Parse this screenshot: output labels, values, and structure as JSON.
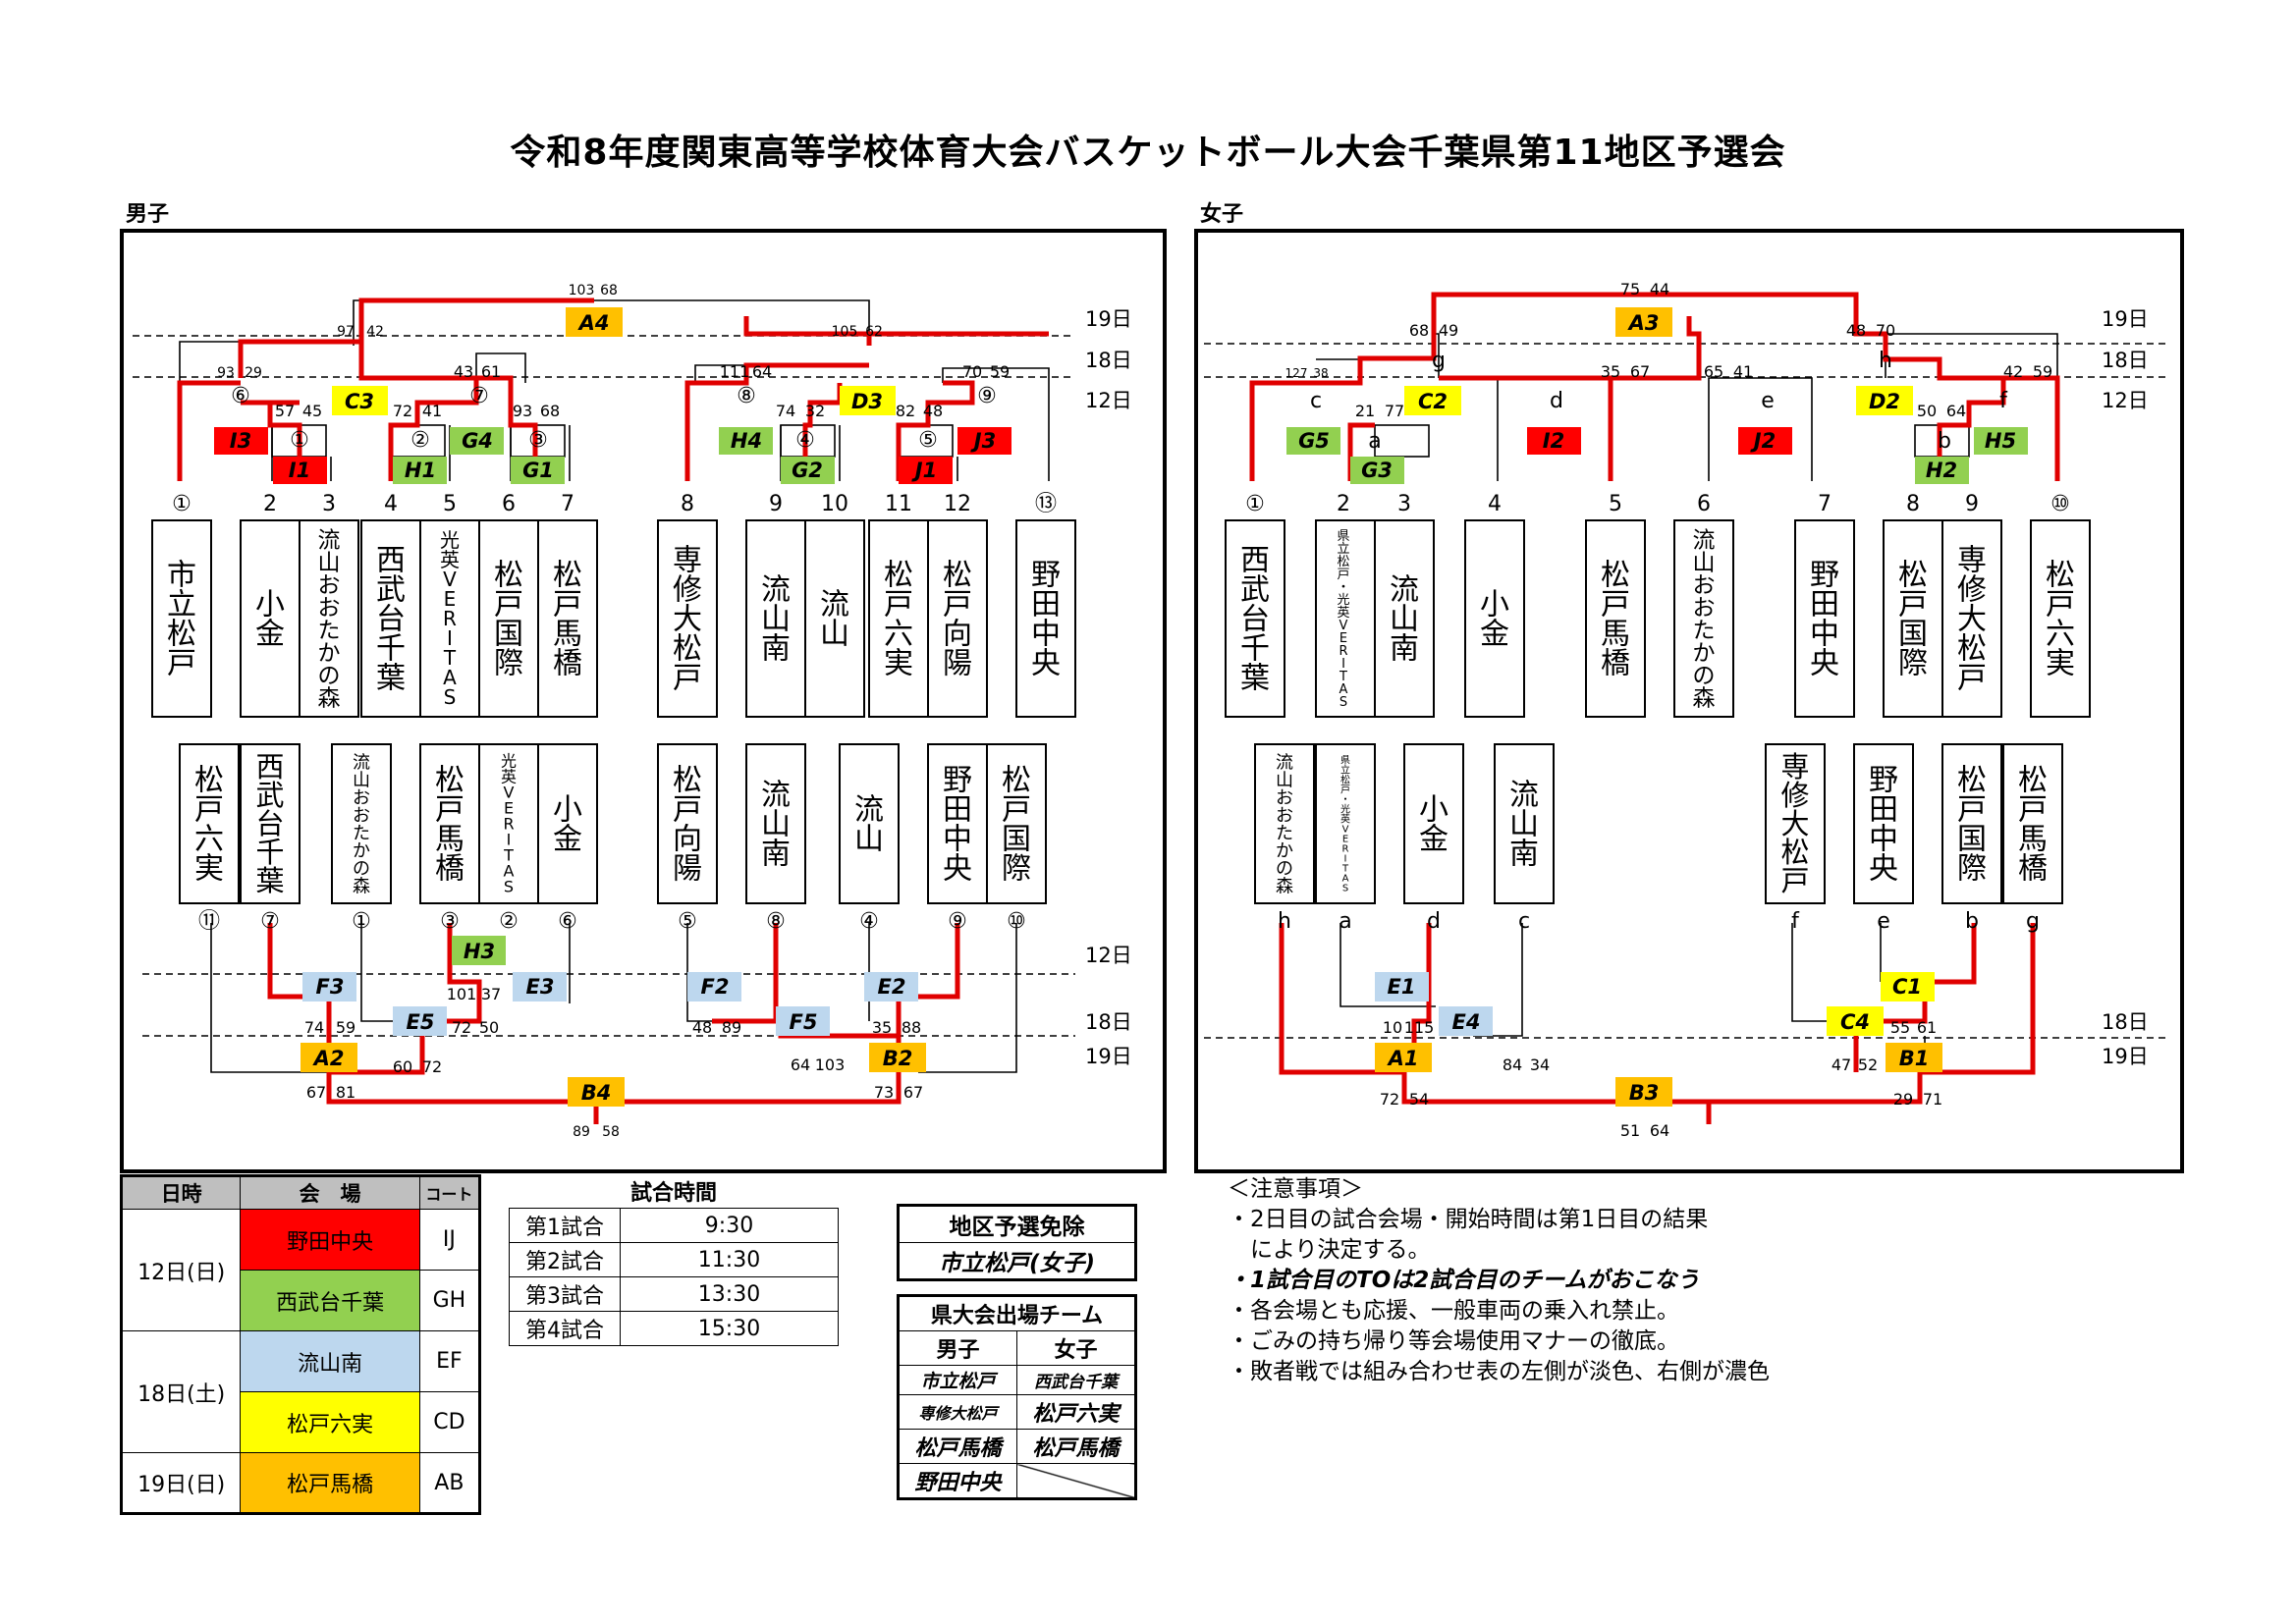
{
  "title": "令和8年度関東高等学校体育大会バスケットボール大会千葉県第11地区予選会",
  "labels": {
    "boys": "男子",
    "girls": "女子"
  },
  "day_labels": [
    "19日",
    "18日",
    "12日",
    "12日",
    "18日",
    "19日"
  ],
  "boys": {
    "slot_numbers": [
      "①",
      "2",
      "3",
      "4",
      "5",
      "6",
      "7",
      "8",
      "9",
      "10",
      "11",
      "12",
      "⑬"
    ],
    "teams_top": [
      "市立松戸",
      "小金",
      "流山おおたかの森",
      "西武台千葉",
      "光英VERITAS",
      "松戸国際",
      "松戸馬橋",
      "専修大松戸",
      "流山南",
      "流山",
      "松戸六実",
      "松戸向陽",
      "野田中央"
    ],
    "teams_bottom": [
      "松戸六実",
      "西武台千葉",
      "流山おおたかの森",
      "松戸馬橋",
      "光英VERITAS",
      "小金",
      "松戸向陽",
      "流山南",
      "流山",
      "野田中央",
      "松戸国際"
    ],
    "bottom_numbers": [
      "⑪",
      "⑦",
      "①",
      "③",
      "②",
      "⑥",
      "⑤",
      "⑧",
      "④",
      "⑨",
      "⑩"
    ],
    "round_labels": [
      "⑥",
      "①",
      "⑦",
      "②",
      "③",
      "⑧",
      "④",
      "⑤",
      "⑨",
      "⑩",
      "⑪"
    ],
    "games": [
      "A4",
      "C3",
      "I3",
      "I1",
      "H1",
      "G4",
      "G1",
      "H4",
      "G2",
      "D3",
      "J1",
      "J3",
      "H3",
      "F3",
      "E3",
      "E5",
      "A2",
      "F2",
      "F5",
      "E2",
      "B2",
      "B4"
    ],
    "scores": [
      "103",
      "68",
      "97",
      "42",
      "105",
      "62",
      "93",
      "29",
      "43",
      "61",
      "57",
      "45",
      "72",
      "41",
      "93",
      "68",
      "111",
      "64",
      "74",
      "32",
      "82",
      "48",
      "70",
      "59",
      "101",
      "37",
      "74",
      "59",
      "72",
      "50",
      "60",
      "72",
      "67",
      "81",
      "48",
      "89",
      "35",
      "88",
      "64",
      "103",
      "73",
      "67",
      "89",
      "58"
    ]
  },
  "girls": {
    "slot_numbers": [
      "①",
      "2",
      "3",
      "4",
      "5",
      "6",
      "7",
      "8",
      "9",
      "⑩"
    ],
    "teams_top": [
      "西武台千葉",
      "県立松戸・光英VERITAS",
      "流山南",
      "小金",
      "松戸馬橋",
      "流山おおたかの森",
      "野田中央",
      "松戸国際",
      "専修大松戸",
      "松戸六実"
    ],
    "teams_bottom": [
      "流山おおたかの森",
      "県立松戸・光英VERITAS",
      "小金",
      "流山南",
      "専修大松戸",
      "野田中央",
      "松戸国際",
      "松戸馬橋"
    ],
    "bottom_letters": [
      "h",
      "a",
      "d",
      "c",
      "f",
      "e",
      "b",
      "g"
    ],
    "round_labels": [
      "c",
      "a",
      "d",
      "g",
      "e",
      "h",
      "b",
      "f"
    ],
    "games": [
      "A3",
      "C2",
      "G5",
      "G3",
      "I2",
      "J2",
      "D2",
      "H2",
      "H5",
      "E1",
      "E4",
      "A1",
      "C1",
      "C4",
      "B1",
      "B3"
    ],
    "scores": [
      "75",
      "44",
      "68",
      "49",
      "48",
      "70",
      "127",
      "38",
      "35",
      "67",
      "65",
      "41",
      "42",
      "59",
      "21",
      "77",
      "50",
      "64",
      "10",
      "115",
      "84",
      "34",
      "55",
      "61",
      "47",
      "52",
      "72",
      "54",
      "29",
      "71",
      "51",
      "64"
    ]
  },
  "schedule": {
    "headers": [
      "日時",
      "会　場",
      "コート"
    ],
    "rows": [
      {
        "date": "12日(日)",
        "venues": [
          {
            "name": "野田中央",
            "court": "IJ",
            "color": "#ff0000"
          },
          {
            "name": "西武台千葉",
            "court": "GH",
            "color": "#92d050"
          }
        ]
      },
      {
        "date": "18日(土)",
        "venues": [
          {
            "name": "流山南",
            "court": "EF",
            "color": "#bdd7ee"
          },
          {
            "name": "松戸六実",
            "court": "CD",
            "color": "#ffff00"
          }
        ]
      },
      {
        "date": "19日(日)",
        "venues": [
          {
            "name": "松戸馬橋",
            "court": "AB",
            "color": "#ffc000"
          }
        ]
      }
    ]
  },
  "match_times": {
    "title": "試合時間",
    "rows": [
      [
        "第1試合",
        "9:30"
      ],
      [
        "第2試合",
        "11:30"
      ],
      [
        "第3試合",
        "13:30"
      ],
      [
        "第4試合",
        "15:30"
      ]
    ]
  },
  "exempt": {
    "title": "地区予選免除",
    "team": "市立松戸(女子)"
  },
  "qualified": {
    "title": "県大会出場チーム",
    "headers": [
      "男子",
      "女子"
    ],
    "rows": [
      [
        "市立松戸",
        "西武台千葉"
      ],
      [
        "専修大松戸",
        "松戸六実"
      ],
      [
        "松戸馬橋",
        "松戸馬橋"
      ],
      [
        "野田中央",
        ""
      ]
    ]
  },
  "notes": [
    "＜注意事項＞",
    "・2日目の試合会場・開始時間は第1日目の結果",
    "　により決定する。",
    "・1試合目のTOは2試合目のチームがおこなう",
    "・各会場とも応援、一般車両の乗入れ禁止。",
    "・ごみの持ち帰り等会場使用マナーの徹底。",
    "・敗者戦では組み合わせ表の左側が淡色、右側が濃色"
  ],
  "colors": {
    "red": "#ff0000",
    "green": "#92d050",
    "blue": "#bdd7ee",
    "yellow": "#ffff00",
    "orange": "#ffc000",
    "line": "#e00000"
  }
}
